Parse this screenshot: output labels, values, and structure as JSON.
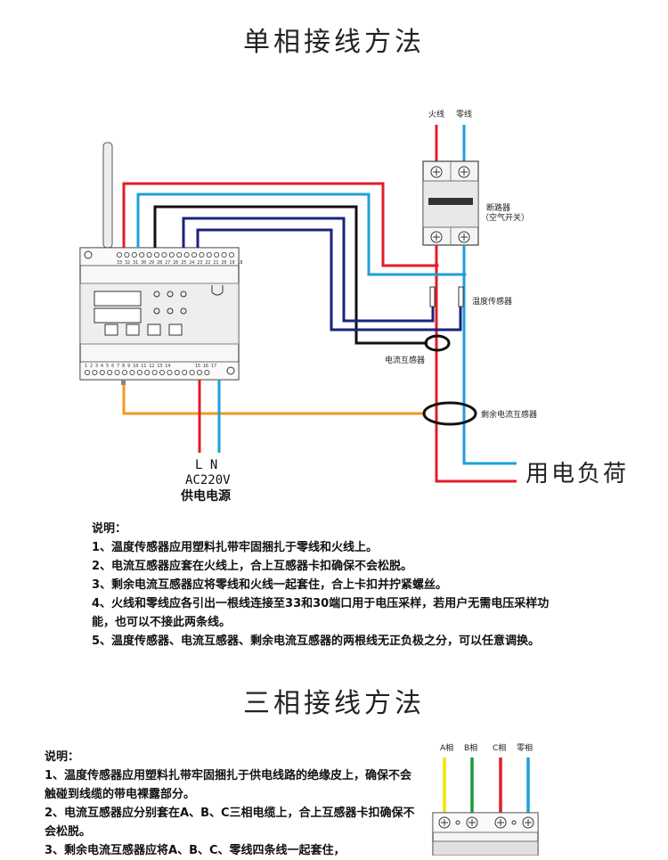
{
  "single_phase": {
    "title": "单相接线方法",
    "label_live": "火线",
    "label_neutral": "零线",
    "breaker_label_1": "断路器",
    "breaker_label_2": "（空气开关）",
    "temp_sensor_label": "温度传感器",
    "ct_label": "电流互感器",
    "rcd_ct_label": "剩余电流互感器",
    "load_label": "用电负荷",
    "ln_label": "L  N",
    "voltage_label": "AC220V",
    "supply_label": "供电电源",
    "terminals_top": "33 32 31 30 29 28 27 26 25 24 23 22 21 20 19 18",
    "terminals_bottom_a": "1 2 3 4 5 6 7 8 9 10 11 12 13 14",
    "terminals_bottom_b": "15 16 17",
    "notes": {
      "heading": "说明：",
      "items": [
        "1、温度传感器应用塑料扎带牢固捆扎于零线和火线上。",
        "2、电流互感器应套在火线上，合上互感器卡扣确保不会松脱。",
        "3、剩余电流互感器应将零线和火线一起套住，合上卡扣并拧紧螺丝。",
        "4、火线和零线应各引出一根线连接至33和30端口用于电压采样，若用户无需电压采样功能，也可以不接此两条线。",
        "5、温度传感器、电流互感器、剩余电流互感器的两根线无正负极之分，可以任意调换。"
      ]
    }
  },
  "three_phase": {
    "title": "三相接线方法",
    "phase_a": "A相",
    "phase_b": "B相",
    "phase_c": "C相",
    "phase_n": "零相",
    "notes": {
      "heading": "说明：",
      "items": [
        "1、温度传感器应用塑料扎带牢固捆扎于供电线路的绝缘皮上，确保不会触碰到线缆的带电裸露部分。",
        "2、电流互感器应分别套在A、B、C三相电缆上，合上互感器卡扣确保不会松脱。",
        "3、剩余电流互感器应将A、B、C、零线四条线一起套住，"
      ]
    }
  },
  "colors": {
    "live": "#e11d2a",
    "neutral": "#1f9fd8",
    "black": "#111111",
    "navy": "#1a237e",
    "orange": "#f39a1f",
    "yellow": "#f2e600",
    "green": "#1a9a3c"
  }
}
